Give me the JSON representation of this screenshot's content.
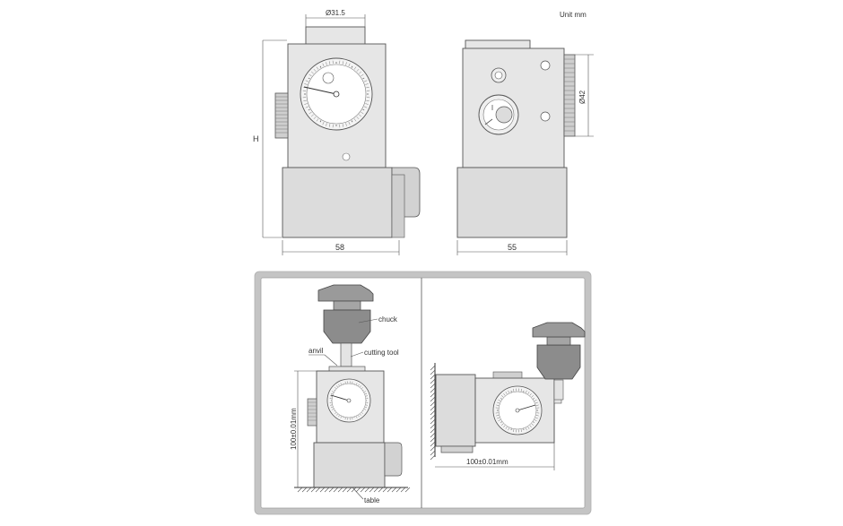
{
  "unit_label": "Unit mm",
  "top_views": {
    "front": {
      "dim_top": "Ø31.5",
      "dim_bottom": "58",
      "dim_side": "H"
    },
    "side": {
      "dim_right": "Ø42",
      "dim_bottom": "55"
    }
  },
  "usage_panel": {
    "left": {
      "label_chuck": "chuck",
      "label_anvil": "anvil",
      "label_cutting_tool": "cutting tool",
      "label_height": "100±0.01mm",
      "label_table": "table"
    },
    "right": {
      "label_distance": "100±0.01mm"
    }
  },
  "colors": {
    "panel_border": "#b9b9b9",
    "body": "#e6e6e6",
    "dark_part": "#8c8c8c"
  }
}
